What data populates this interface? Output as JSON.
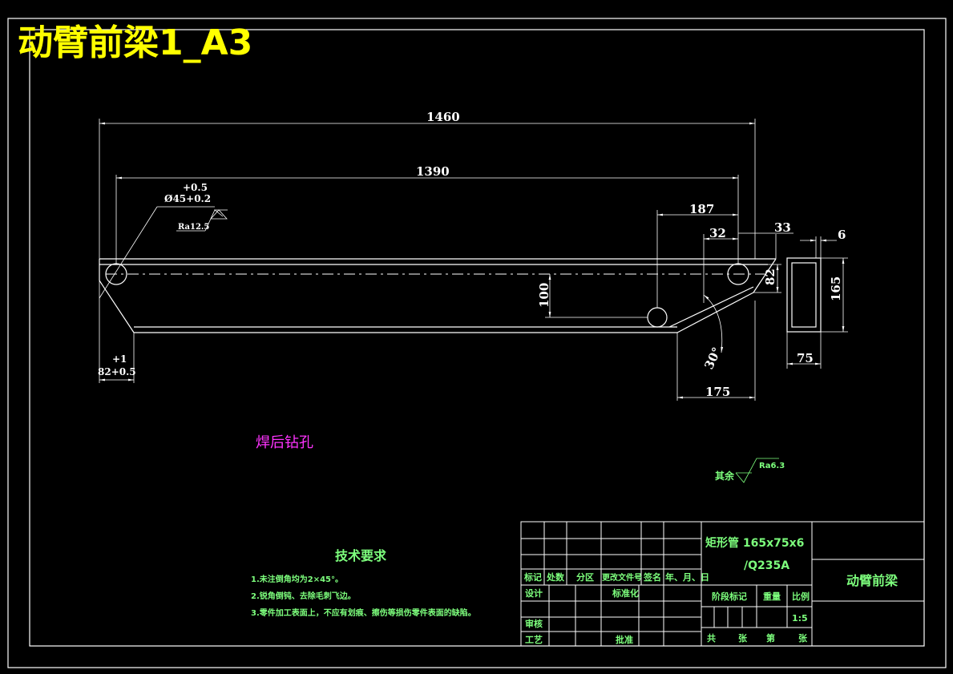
{
  "title": "动臂前梁1_A3",
  "dimensions": {
    "overall_length": "1460",
    "hole_spacing": "1390",
    "d187": "187",
    "d32": "32",
    "d33": "33",
    "d6": "6",
    "d100": "100",
    "d82": "82",
    "d165": "165",
    "d75": "75",
    "d175": "175",
    "angle": "30°",
    "hole_tol_upper": "+0.5",
    "hole_dia": "Ø45+0.2",
    "roughness_hole": "Ra12.5",
    "left_tol_upper": "+1",
    "left_dim": "82+0.5"
  },
  "note_weld": "焊后钻孔",
  "other_roughness": {
    "label": "其余",
    "value": "Ra6.3"
  },
  "technical_requirements": {
    "heading": "技术要求",
    "items": [
      "1.未注倒角均为2×45°。",
      "2.锐角倒钝、去除毛刺飞边。",
      "3.零件加工表面上，不应有划痕、擦伤等损伤零件表面的缺陷。"
    ]
  },
  "title_block": {
    "header_labels": [
      "标记",
      "处数",
      "分区",
      "更改文件号",
      "签名",
      "年、月、日"
    ],
    "design": "设计",
    "standardize": "标准化",
    "review": "审核",
    "process": "工艺",
    "approve": "批准",
    "material_line1": "矩形管   165x75x6",
    "material_line2": "/Q235A",
    "stage_mark": "阶段标记",
    "weight": "重量",
    "scale_label": "比例",
    "scale_value": "1:5",
    "sheet_total": "共",
    "sheet_zhang": "张",
    "sheet_di": "第",
    "sheet_zhang2": "张",
    "part_name": "动臂前梁"
  },
  "colors": {
    "background": "#000000",
    "lines": "#ffffff",
    "title": "#ffff00",
    "annotation": "#7dff7d",
    "note": "#ff33ff"
  }
}
